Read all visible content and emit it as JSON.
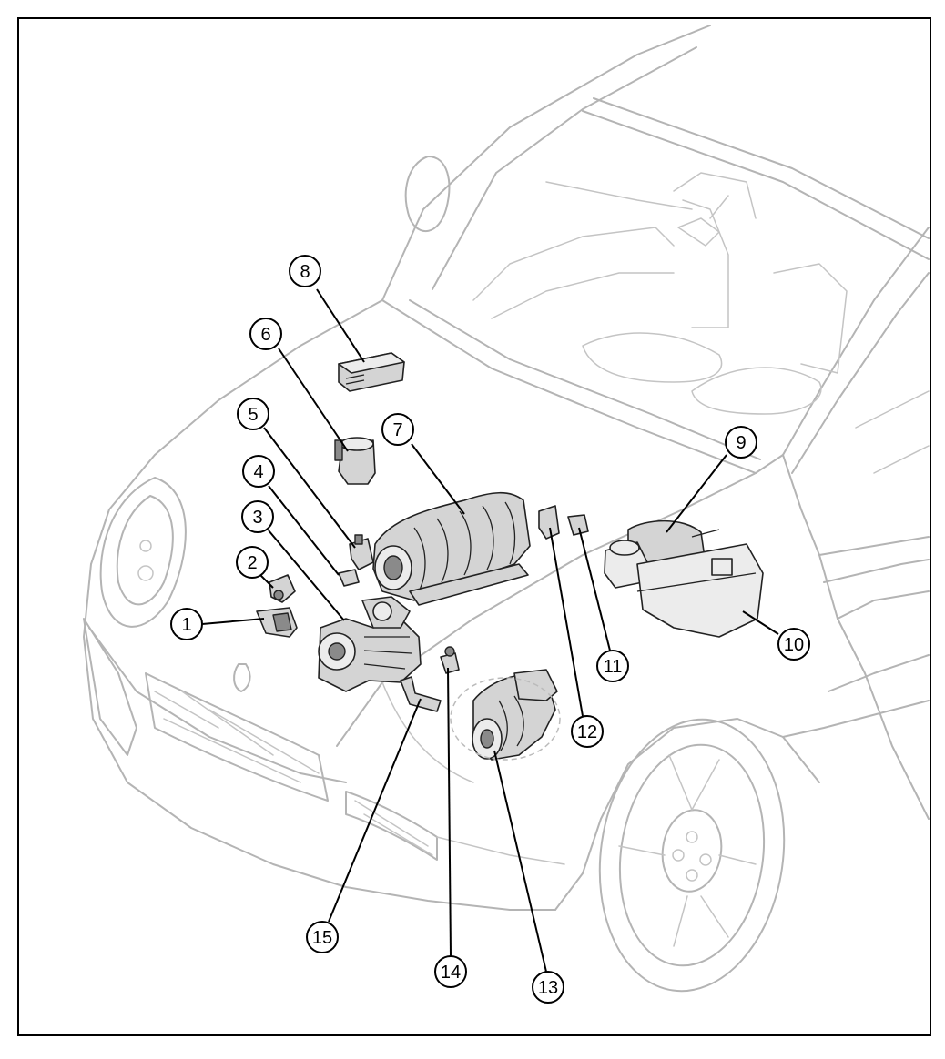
{
  "colors": {
    "background": "#ffffff",
    "frame": "#000000",
    "vehicle_outline": "#b4b4b4",
    "component_fill": "#d4d4d4",
    "component_stroke": "#222222"
  },
  "callouts": [
    {
      "label": "1"
    },
    {
      "label": "2"
    },
    {
      "label": "3"
    },
    {
      "label": "4"
    },
    {
      "label": "5"
    },
    {
      "label": "6"
    },
    {
      "label": "7"
    },
    {
      "label": "8"
    },
    {
      "label": "9"
    },
    {
      "label": "10"
    },
    {
      "label": "11"
    },
    {
      "label": "12"
    },
    {
      "label": "13"
    },
    {
      "label": "14"
    },
    {
      "label": "15"
    }
  ]
}
